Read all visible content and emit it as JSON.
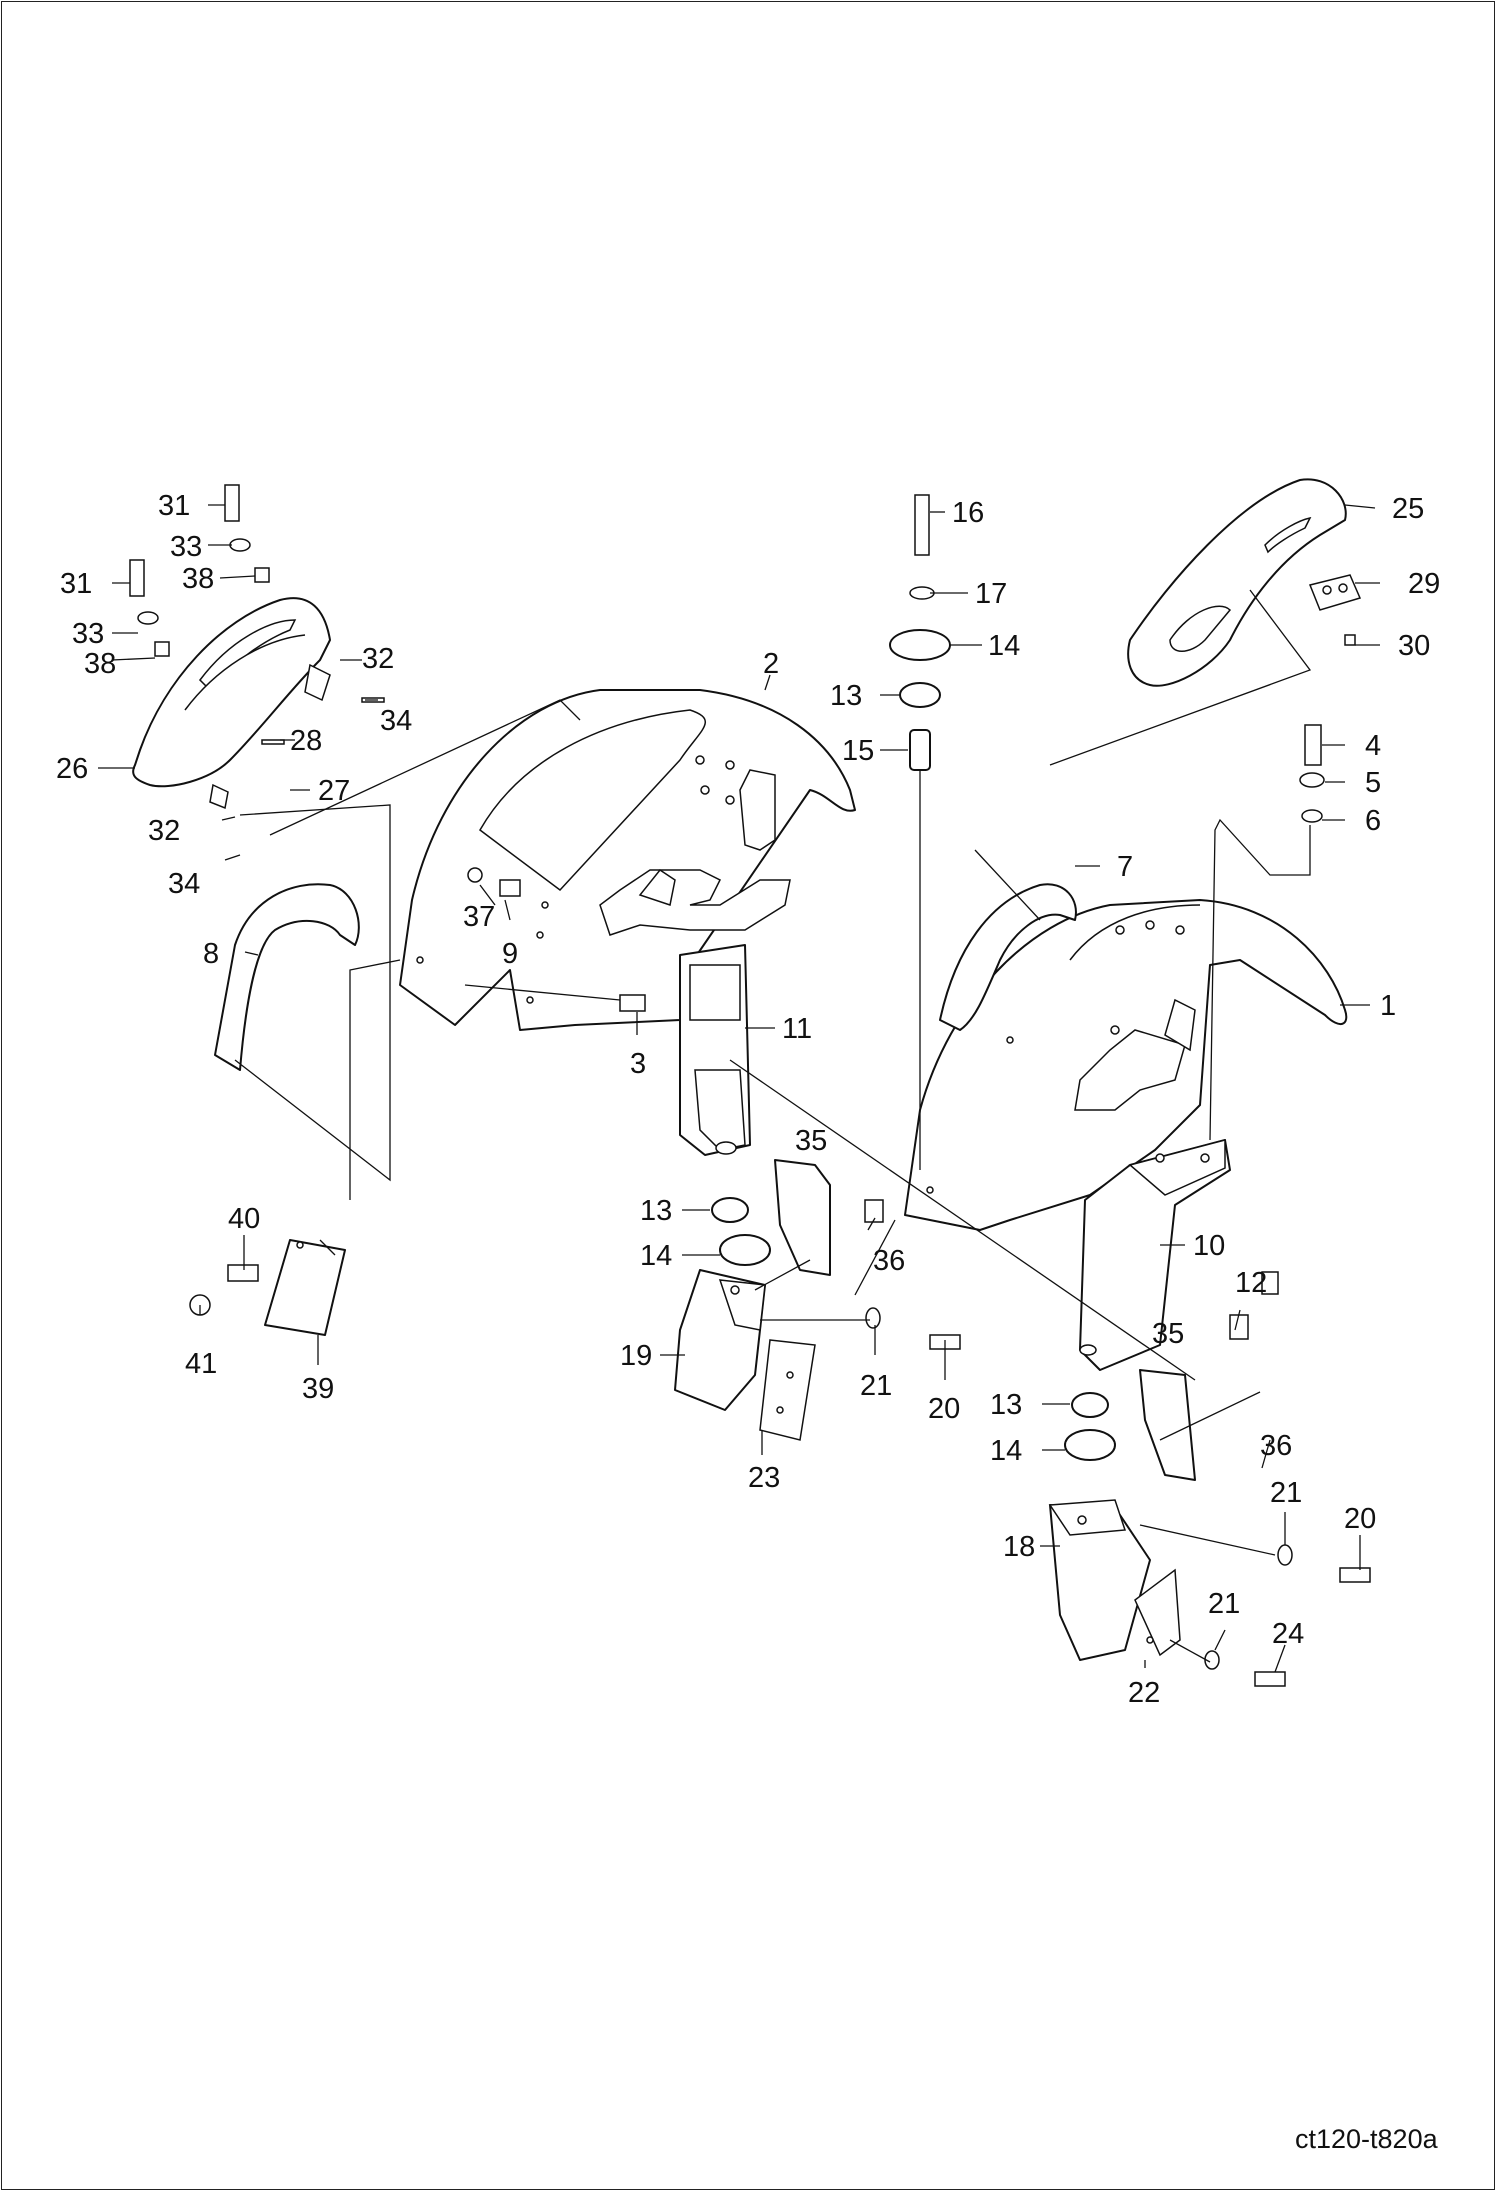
{
  "drawing_code": "ct120-t820a",
  "callouts": [
    {
      "text": "31"
    },
    {
      "text": "33"
    },
    {
      "text": "38"
    },
    {
      "text": "31"
    },
    {
      "text": "33"
    },
    {
      "text": "38"
    },
    {
      "text": "26"
    },
    {
      "text": "32"
    },
    {
      "text": "34"
    },
    {
      "text": "28"
    },
    {
      "text": "27"
    },
    {
      "text": "32"
    },
    {
      "text": "34"
    },
    {
      "text": "2"
    },
    {
      "text": "8"
    },
    {
      "text": "37"
    },
    {
      "text": "9"
    },
    {
      "text": "3"
    },
    {
      "text": "11"
    },
    {
      "text": "16"
    },
    {
      "text": "17"
    },
    {
      "text": "14"
    },
    {
      "text": "13"
    },
    {
      "text": "15"
    },
    {
      "text": "25"
    },
    {
      "text": "29"
    },
    {
      "text": "30"
    },
    {
      "text": "4"
    },
    {
      "text": "5"
    },
    {
      "text": "6"
    },
    {
      "text": "7"
    },
    {
      "text": "1"
    },
    {
      "text": "10"
    },
    {
      "text": "12"
    },
    {
      "text": "35"
    },
    {
      "text": "13"
    },
    {
      "text": "14"
    },
    {
      "text": "36"
    },
    {
      "text": "19"
    },
    {
      "text": "21"
    },
    {
      "text": "20"
    },
    {
      "text": "23"
    },
    {
      "text": "40"
    },
    {
      "text": "41"
    },
    {
      "text": "39"
    },
    {
      "text": "35"
    },
    {
      "text": "13"
    },
    {
      "text": "14"
    },
    {
      "text": "36"
    },
    {
      "text": "21"
    },
    {
      "text": "20"
    },
    {
      "text": "18"
    },
    {
      "text": "21"
    },
    {
      "text": "24"
    },
    {
      "text": "22"
    }
  ]
}
